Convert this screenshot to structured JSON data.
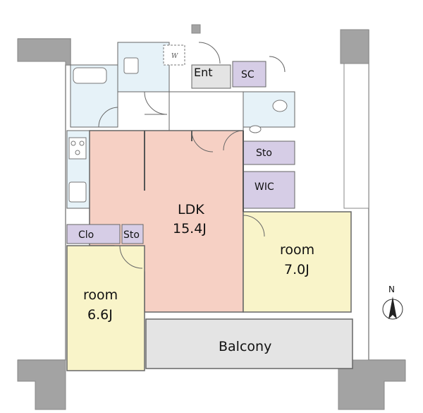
{
  "floorplan": {
    "rooms": {
      "ldk": {
        "name": "LDK",
        "size": "15.4J"
      },
      "room_east": {
        "name": "room",
        "size": "7.0J"
      },
      "room_west": {
        "name": "room",
        "size": "6.6J"
      },
      "balcony": {
        "name": "Balcony"
      },
      "entrance": {
        "name": "Ent"
      },
      "shoe_closet": {
        "name": "SC"
      },
      "storage_upper": {
        "name": "Sto"
      },
      "walk_in_closet": {
        "name": "WIC"
      },
      "closet": {
        "name": "Clo"
      },
      "storage_lower": {
        "name": "Sto"
      }
    },
    "washer_mark": "W",
    "compass": {
      "label": "N"
    }
  },
  "colors": {
    "ldk": "#f6d0c4",
    "room": "#f9f4c9",
    "storage": "#d6cde6",
    "wet": "#e6f2f8",
    "hall": "#ffffff",
    "balcony": "#e4e4e4",
    "column": "#a3a3a3",
    "wall": "#555555"
  }
}
